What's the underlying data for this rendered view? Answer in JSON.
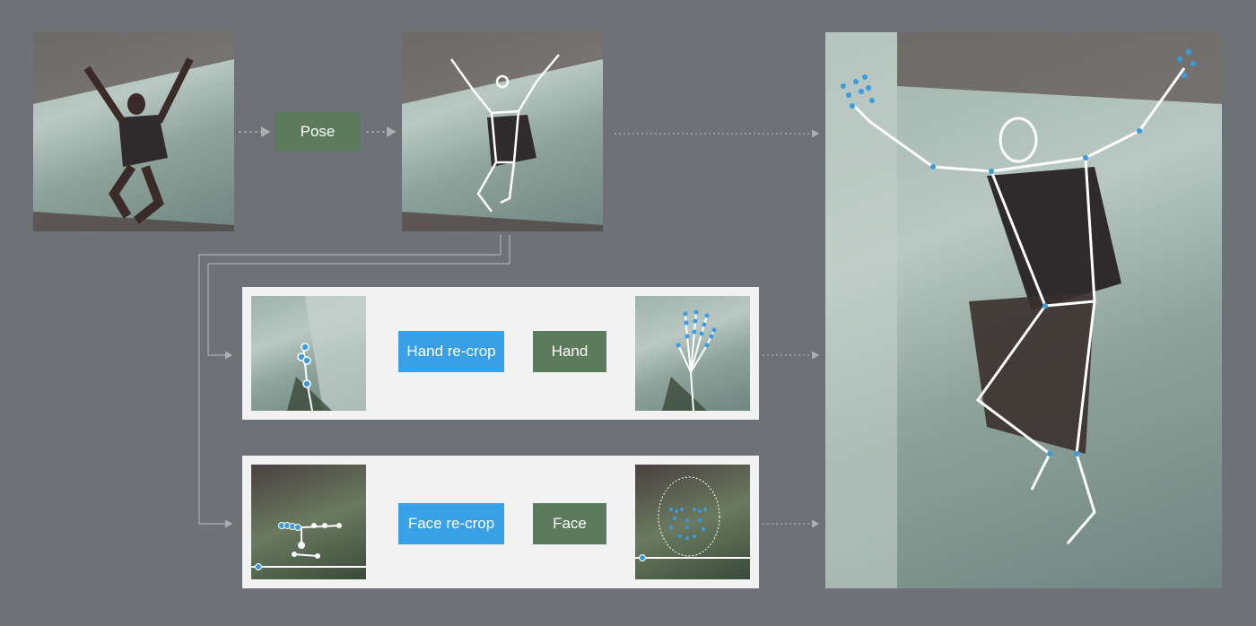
{
  "stages": {
    "pose_label": "Pose",
    "hand_recrop_label": "Hand re-crop",
    "hand_label": "Hand",
    "face_recrop_label": "Face re-crop",
    "face_label": "Face"
  },
  "colors": {
    "background": "#6e7276",
    "model_box": "#5b7b5c",
    "recrop_box": "#3aa0e6",
    "panel": "#f2f2f2",
    "landmark": "#3a9be0",
    "skeleton": "#ffffff"
  }
}
